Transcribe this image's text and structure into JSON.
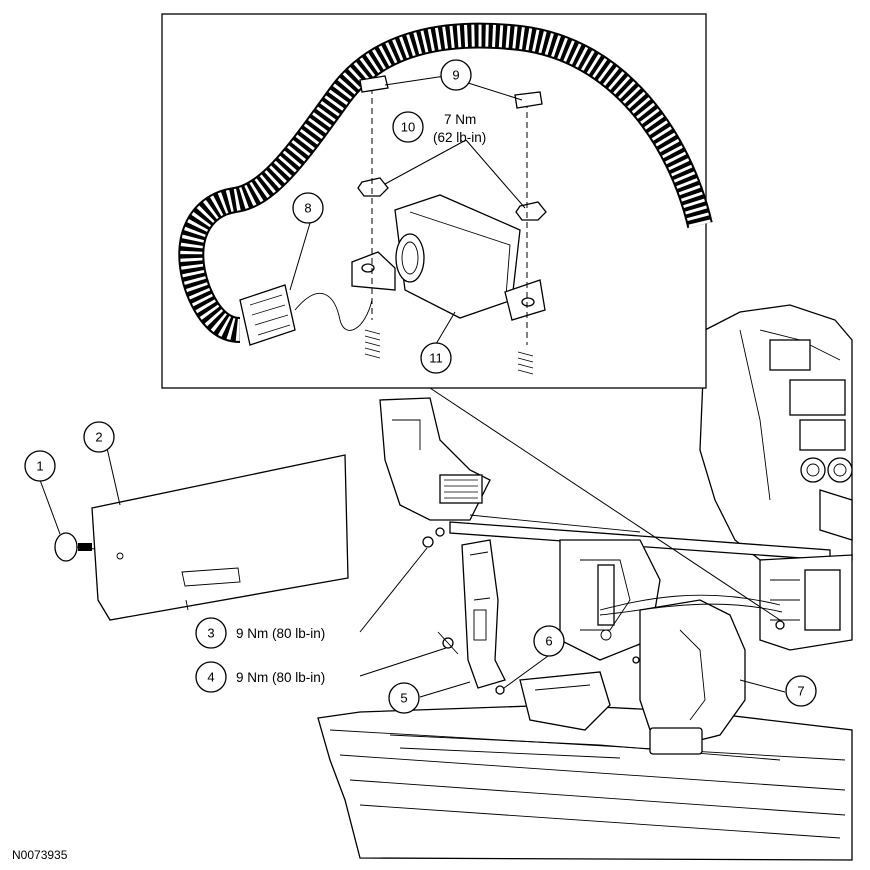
{
  "callouts": [
    {
      "id": "1",
      "label": "1"
    },
    {
      "id": "2",
      "label": "2"
    },
    {
      "id": "3",
      "label": "3"
    },
    {
      "id": "4",
      "label": "4"
    },
    {
      "id": "5",
      "label": "5"
    },
    {
      "id": "6",
      "label": "6"
    },
    {
      "id": "7",
      "label": "7"
    },
    {
      "id": "8",
      "label": "8"
    },
    {
      "id": "9",
      "label": "9"
    },
    {
      "id": "10",
      "label": "10"
    },
    {
      "id": "11",
      "label": "11"
    }
  ],
  "torque": {
    "item3": "9 Nm (80 lb-in)",
    "item4": "9 Nm (80 lb-in)",
    "item10_line1": "7 Nm",
    "item10_line2": "(62 lb-in)"
  },
  "figure_id": "N0073935"
}
